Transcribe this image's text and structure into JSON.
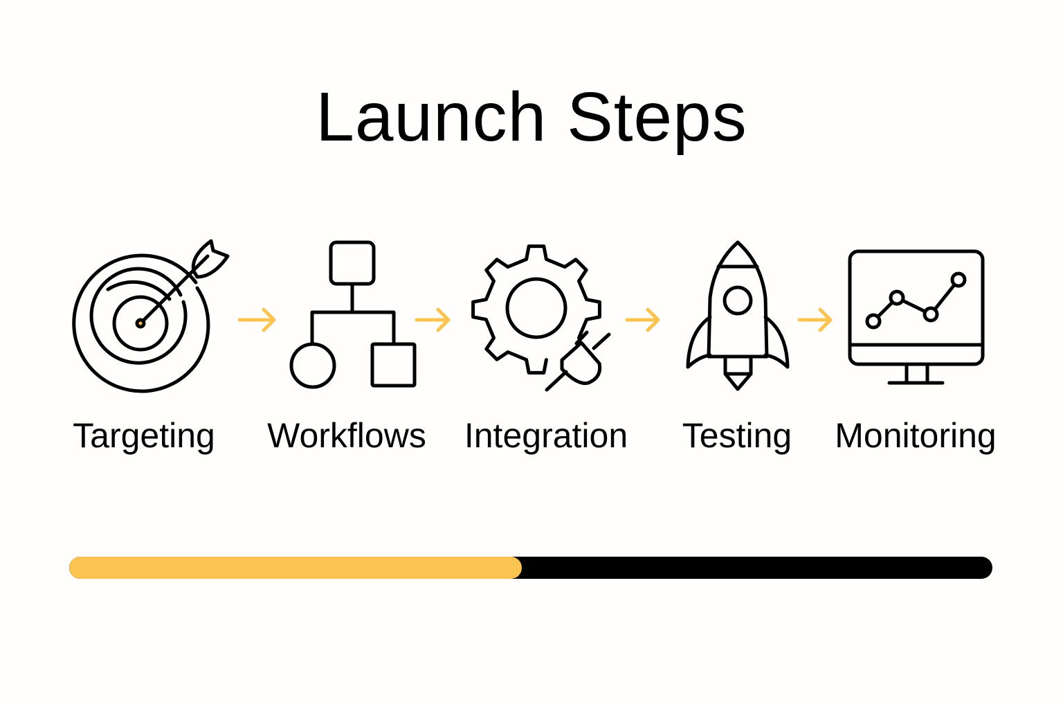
{
  "title": "Launch Steps",
  "steps": [
    {
      "label": "Targeting",
      "icon": "target-icon"
    },
    {
      "label": "Workflows",
      "icon": "workflow-icon"
    },
    {
      "label": "Integration",
      "icon": "gear-plug-icon"
    },
    {
      "label": "Testing",
      "icon": "rocket-icon"
    },
    {
      "label": "Monitoring",
      "icon": "monitor-chart-icon"
    }
  ],
  "progress": {
    "fraction": 0.49
  },
  "colors": {
    "accent": "#FBC350",
    "track": "#000000",
    "stroke": "#000000"
  }
}
